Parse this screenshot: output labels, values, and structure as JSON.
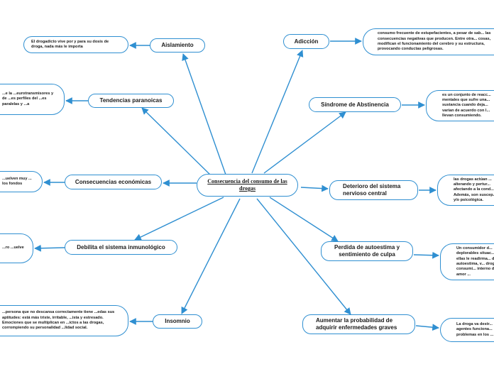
{
  "center": {
    "label": "Consecuencia del consumo de las drogas"
  },
  "branches": [
    {
      "id": "aislamiento",
      "label": "Aislamiento",
      "leaf": "El drogadicto vive por y para su dosis de droga, nada más le importa"
    },
    {
      "id": "tendencias",
      "label": "Tendencias paranoicas",
      "leaf": "...e la ...eurotransmisores y de ...es perfiles del ...es paralelas y ...a"
    },
    {
      "id": "economicas",
      "label": "Consecuencias económicas",
      "leaf": "...uelven muy ... los fondos"
    },
    {
      "id": "inmunologico",
      "label": "Debilita el sistema inmunológico",
      "leaf": "...ro ...uelve"
    },
    {
      "id": "insomnio",
      "label": "Insomnio",
      "leaf": "...persona que no descansa correctamente tiene ...edas sus aptitudes: está más triste, irritable, ...ista y estresado. Emociones que se multiplican en ...ictos a las drogas, corrompiendo su personalidad ...lidad social."
    },
    {
      "id": "adiccion",
      "label": "Adicción",
      "leaf": "consumo frecuente de estupefacientes, a pesar de sab... las consecuencias negativas que producen. Entre otra... cosas, modifican el funcionamiento del cerebro y su estructura, provocando conductas peligrosas."
    },
    {
      "id": "abstinencia",
      "label": "Síndrome de Abstinencia",
      "leaf": "es un conjunto de reacc... mentales que sufre una... sustancia cuando deja... varían de acuerdo con l... llevan consumiendo."
    },
    {
      "id": "deterioro",
      "label": "Deterioro del sistema nervioso central",
      "leaf": "las drogas actúan ... alterando y pertur... afectando a la cond... Además, son suscep... y/o psicológica."
    },
    {
      "id": "autoestima",
      "label": "Perdida de autoestima y sentimiento de culpa",
      "leaf": "Un consumidor d... deplorables situac... ellas le readirma... de autoestima, v... droga a consumi... interno de amor ..."
    },
    {
      "id": "enfermedades",
      "label": "Aumentar la probabilidad de adquirir enfermedades graves",
      "leaf": "La droga va destr... agentes funciona... problemas en los ..."
    }
  ],
  "colors": {
    "line": "#2f8fd1",
    "border": "#2f8fd1"
  }
}
